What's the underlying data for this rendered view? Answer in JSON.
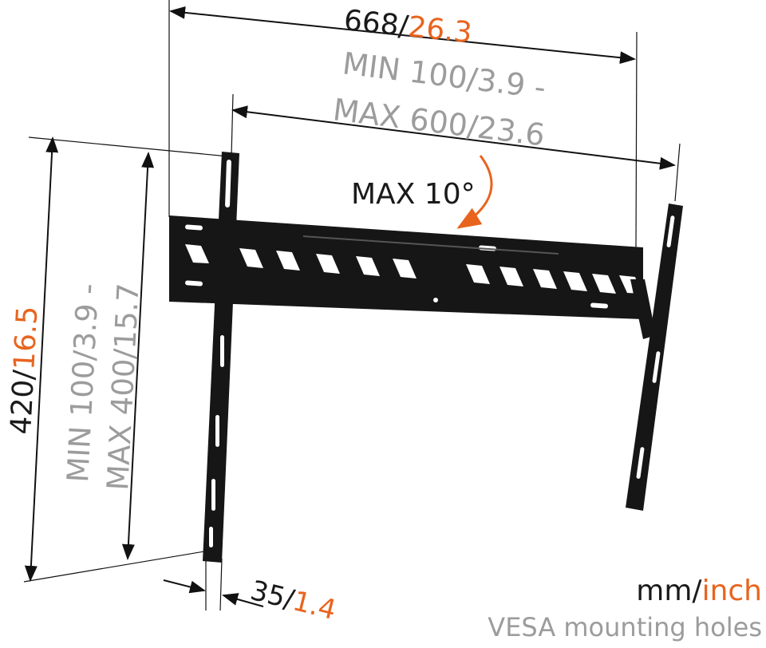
{
  "dimensions": {
    "width_mm": "668/",
    "width_in": "26.3",
    "vesa_h_line1": "MIN 100/3.9 -",
    "vesa_h_line2": "MAX 600/23.6",
    "tilt": "MAX 10°",
    "height_mm": "420/",
    "height_in": "16.5",
    "vesa_v_line1": "MIN 100/3.9 -",
    "vesa_v_line2": "MAX 400/15.7",
    "depth_mm": "35/",
    "depth_in": "1.4"
  },
  "legend": {
    "unit_mm": "mm/",
    "unit_in": "inch",
    "vesa_note": "VESA mounting holes"
  },
  "colors": {
    "orange": "#e8641e",
    "gray": "#9c9c9c",
    "dark": "#1a1a1a"
  }
}
